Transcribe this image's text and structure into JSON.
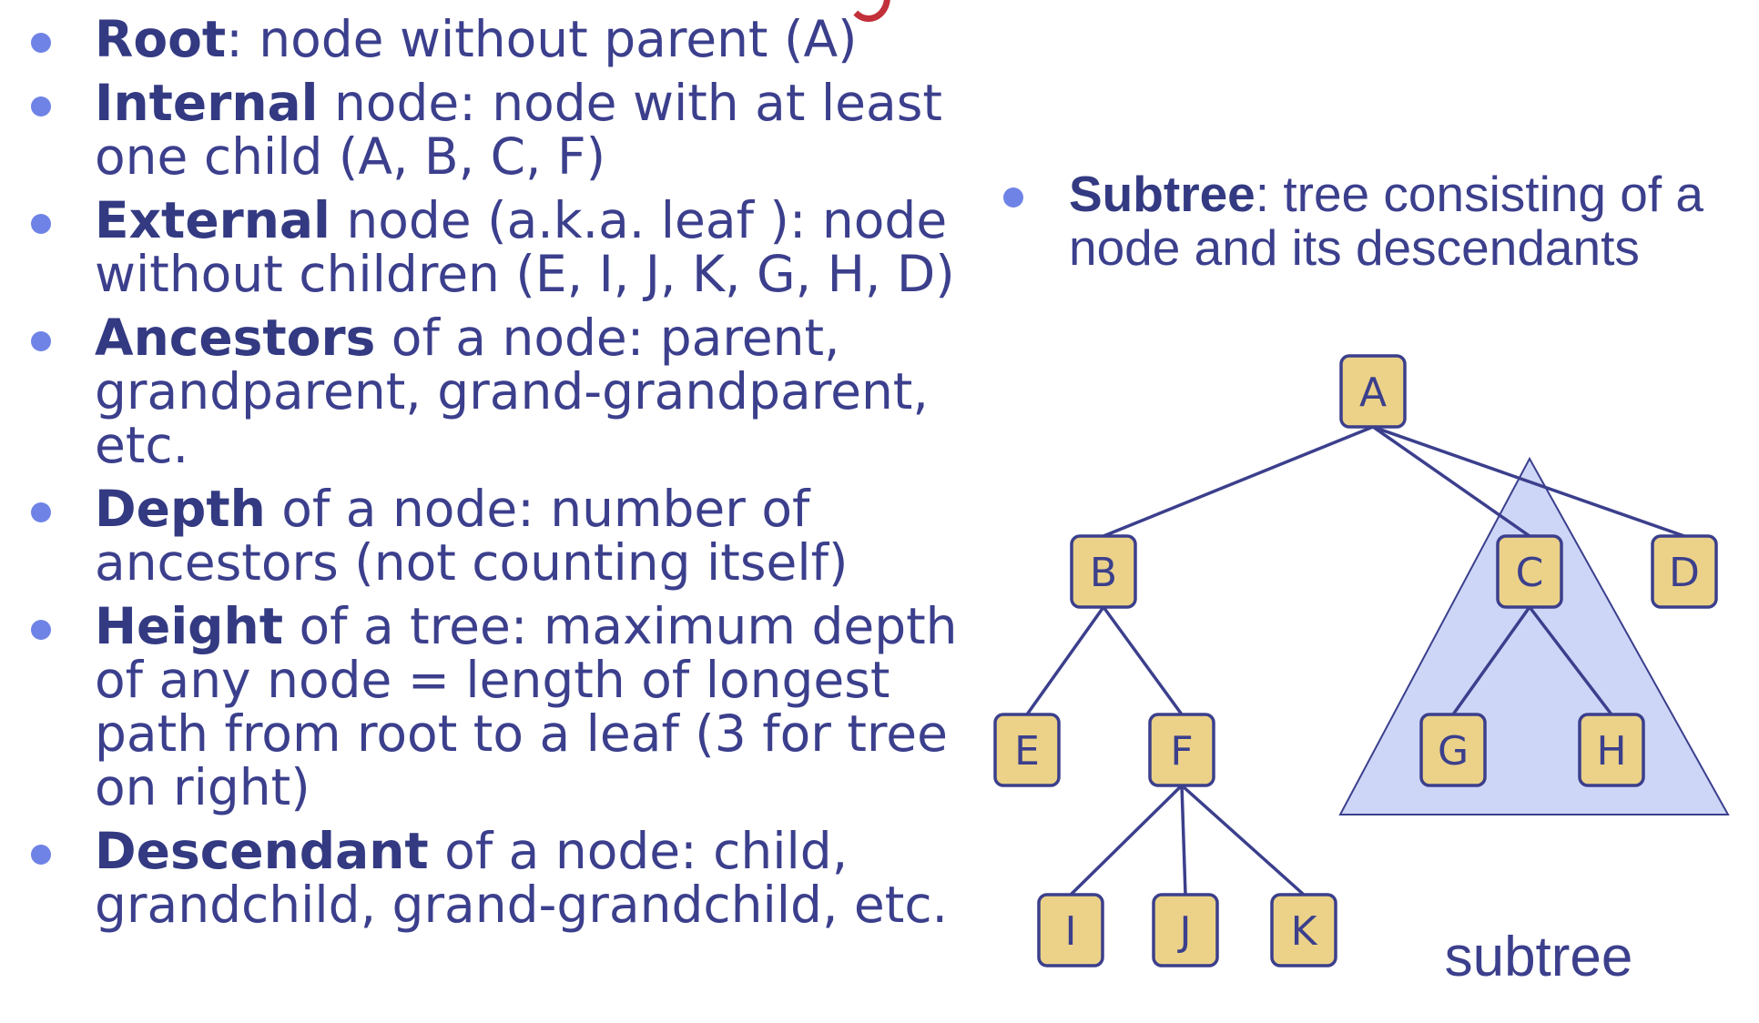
{
  "definitions": [
    {
      "term": "Root",
      "text": ": node without parent (A)"
    },
    {
      "term": "Internal",
      "text": " node: node with at least one child (A, B, C, F)"
    },
    {
      "term": "External",
      "text": " node (a.k.a. leaf ): node without children (E, I, J, K, G, H, D)"
    },
    {
      "term": "Ancestors",
      "text": " of a node: parent, grandparent, grand-grandparent, etc."
    },
    {
      "term": "Depth",
      "text": " of a node: number of ancestors (not counting itself)"
    },
    {
      "term": "Height",
      "text": " of a tree: maximum depth of any node = length of longest path from root to a leaf (3 for tree on right)"
    },
    {
      "term": "Descendant",
      "text": " of a node: child, grandchild, grand-grandchild, etc."
    }
  ],
  "subtree_definition": {
    "term": "Subtree",
    "text": ": tree consisting of a node and its descendants"
  },
  "tree": {
    "nodes": [
      {
        "id": "A",
        "label": "A"
      },
      {
        "id": "B",
        "label": "B"
      },
      {
        "id": "C",
        "label": "C"
      },
      {
        "id": "D",
        "label": "D"
      },
      {
        "id": "E",
        "label": "E"
      },
      {
        "id": "F",
        "label": "F"
      },
      {
        "id": "G",
        "label": "G"
      },
      {
        "id": "H",
        "label": "H"
      },
      {
        "id": "I",
        "label": "I"
      },
      {
        "id": "J",
        "label": "J"
      },
      {
        "id": "K",
        "label": "K"
      }
    ],
    "edges": [
      [
        "A",
        "B"
      ],
      [
        "A",
        "C"
      ],
      [
        "A",
        "D"
      ],
      [
        "B",
        "E"
      ],
      [
        "B",
        "F"
      ],
      [
        "C",
        "G"
      ],
      [
        "C",
        "H"
      ],
      [
        "F",
        "I"
      ],
      [
        "F",
        "J"
      ],
      [
        "F",
        "K"
      ]
    ],
    "subtree_root": "C",
    "subtree_label": "subtree",
    "colors": {
      "node_fill": "#ebd288",
      "node_stroke": "#3b3f8c",
      "edge": "#3b3f8c",
      "subtree_fill": "#cdd6f7",
      "text": "#3b3f8c"
    }
  }
}
